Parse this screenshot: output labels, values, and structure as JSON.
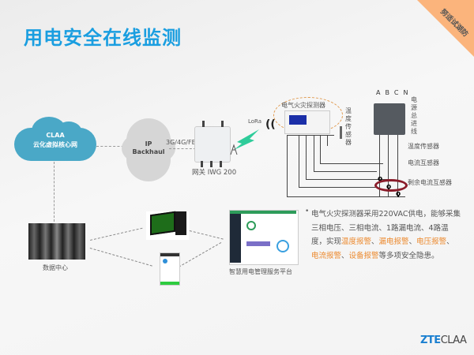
{
  "title": "用电安全在线监测",
  "corner_tag": "努适试湖防",
  "diagram": {
    "claa_cloud": {
      "line1": "CLAA",
      "line2": "云化虚拟核心网"
    },
    "ip_cloud": {
      "line1": "IP",
      "line2": "Backhaul"
    },
    "link_label": "3G/4G/FE",
    "gateway_label": "网关 IWG 200",
    "lora_label": "LoRa",
    "detector_label": "电气火灾探测器",
    "temp_sensor_vertical": "温度传感器",
    "phases": [
      "A",
      "B",
      "C",
      "N"
    ],
    "main_line_vertical": "电源总进线",
    "sensor_labels": [
      "温度传感器",
      "电流互感器",
      "剩余电流互感器"
    ],
    "datacenter_label": "数据中心",
    "platform_label": "智慧用电管理服务平台"
  },
  "description": {
    "segments": [
      {
        "text": "电气火灾探测器采用220VAC供电，能够采集三相电压、三相电流、1路漏电流、4路温度，实现",
        "highlight": false
      },
      {
        "text": "温度报警",
        "highlight": true
      },
      {
        "text": "、",
        "highlight": false
      },
      {
        "text": "漏电报警",
        "highlight": true
      },
      {
        "text": "、",
        "highlight": false
      },
      {
        "text": "电压报警",
        "highlight": true
      },
      {
        "text": "、",
        "highlight": false
      },
      {
        "text": "电流报警",
        "highlight": true
      },
      {
        "text": "、",
        "highlight": false
      },
      {
        "text": "设备报警",
        "highlight": true
      },
      {
        "text": "等多项安全隐患。",
        "highlight": false
      }
    ]
  },
  "logo": {
    "part1": "ZTE",
    "part2": "CLAA"
  },
  "colors": {
    "title": "#1a9ee0",
    "highlight": "#ec8a2f",
    "claa_cloud": "#4aa8c7",
    "corner": "#fbb47c"
  }
}
